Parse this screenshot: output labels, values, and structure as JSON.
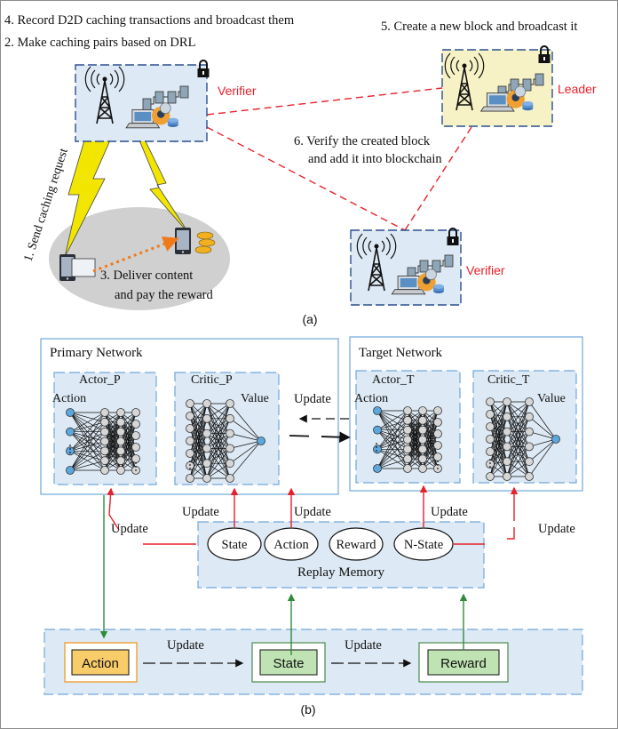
{
  "part_a": {
    "step4": "4. Record D2D caching transactions and broadcast them",
    "step2": "2. Make caching pairs  based on DRL",
    "step5": "5. Create a new block and broadcast it",
    "step6_line1": "6. Verify the created block",
    "step6_line2": "and add it into blockchain",
    "step1": "1. Send caching request",
    "step3_line1": "3. Deliver content",
    "step3_line2": "and  pay the reward",
    "verifier_top": "Verifier",
    "leader": "Leader",
    "verifier_bottom": "Verifier",
    "caption": "(a)"
  },
  "part_b": {
    "primary_network": "Primary Network",
    "target_network": "Target Network",
    "actor_p": "Actor_P",
    "critic_p": "Critic_P",
    "actor_t": "Actor_T",
    "critic_t": "Critic_T",
    "action_label_p": "Action",
    "value_label_p": "Value",
    "action_label_t": "Action",
    "value_label_t": "Value",
    "update_between": "Update",
    "update_left": "Update",
    "update_critic_p": "Update",
    "update_action": "Update",
    "update_nstate": "Update",
    "update_right": "Update",
    "state": "State",
    "action": "Action",
    "reward": "Reward",
    "n_state": "N-State",
    "replay_memory": "Replay Memory",
    "env_action": "Action",
    "env_state": "State",
    "env_reward": "Reward",
    "env_update_1": "Update",
    "env_update_2": "Update",
    "caption": "(b)"
  },
  "colors": {
    "panel_fill": "#dde9f4",
    "panel_border": "#6fa8dc",
    "red": "#e8202a",
    "green": "#2e8b3a",
    "leader_fill": "#f6f2c6",
    "action_fill": "#f9cc6a",
    "action_border": "#f0a030",
    "env_green_fill": "#bfe3b3",
    "node_blue": "#5ba8e0",
    "node_gray": "#d6d6d6"
  },
  "icons": [
    "lock-icon",
    "cell-tower-icon",
    "server-icon",
    "database-icon",
    "smartphone-icon",
    "lightning-icon"
  ]
}
